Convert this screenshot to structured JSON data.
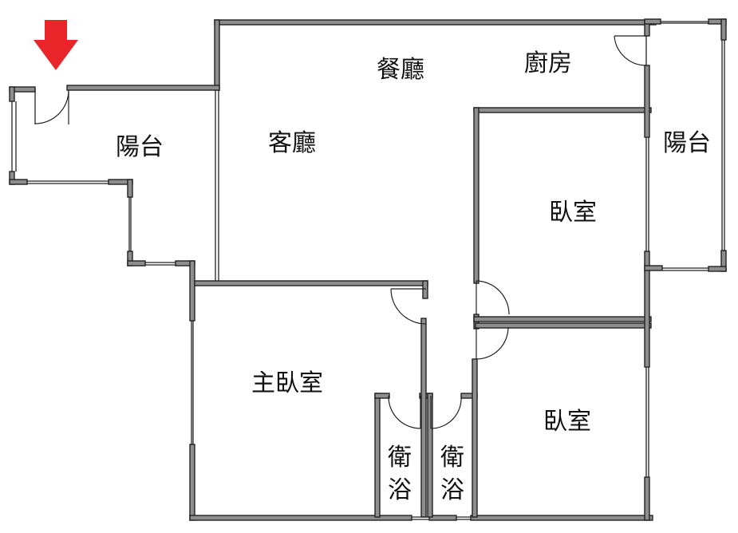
{
  "rooms": {
    "balcony_west": "陽台",
    "living_room": "客廳",
    "dining_room": "餐廳",
    "kitchen": "廚房",
    "balcony_east": "陽台",
    "bedroom_north": "臥室",
    "master_bedroom": "主臥室",
    "bedroom_south": "臥室",
    "bathroom_1_line1": "衛",
    "bathroom_1_line2": "浴",
    "bathroom_2_line1": "衛",
    "bathroom_2_line2": "浴"
  },
  "entrance_arrow": {
    "color": "#e8262a",
    "icon": "arrow-down-icon"
  },
  "colors": {
    "wall_fill": "#8e8e8e",
    "line": "#222222"
  }
}
